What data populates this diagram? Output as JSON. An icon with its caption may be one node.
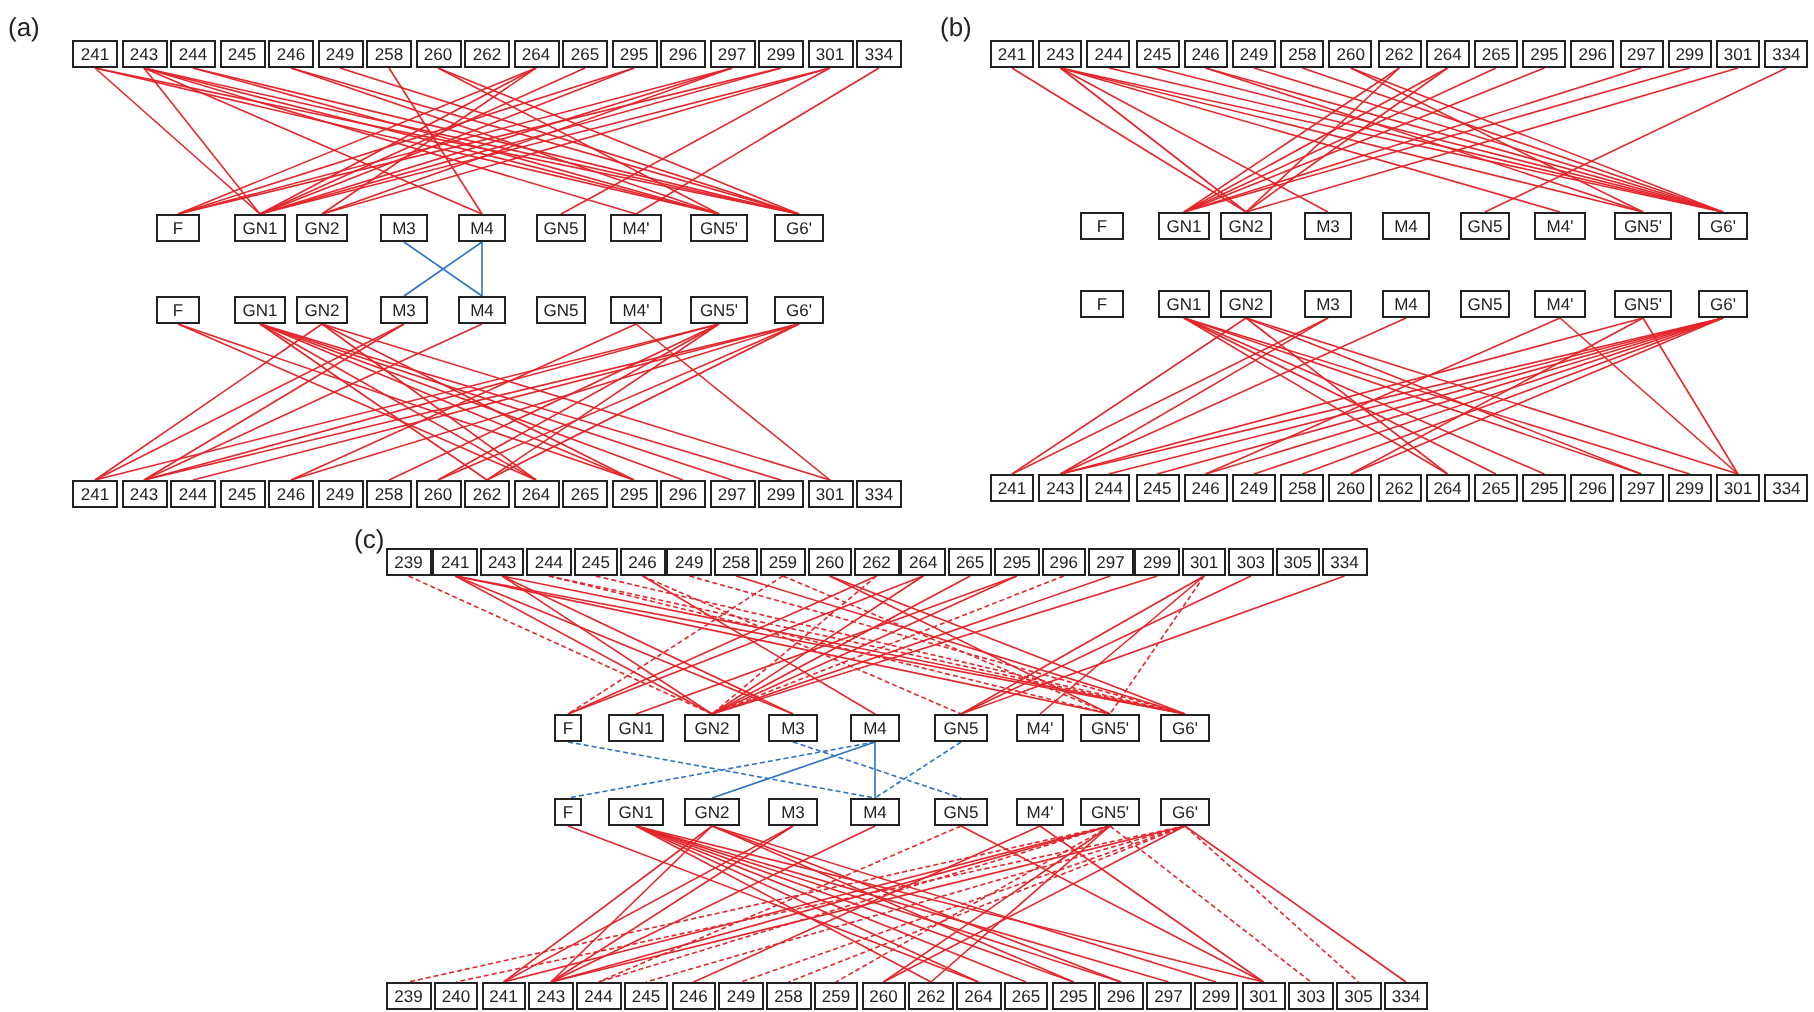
{
  "diagram": {
    "nodes": [
      {
        "text": [
          "241"
        ]
      },
      {
        "text": [
          "243"
        ]
      },
      {
        "text": [
          "244"
        ]
      },
      {
        "text": [
          "245"
        ]
      },
      {
        "text": [
          "246"
        ]
      },
      {
        "text": [
          "249"
        ]
      },
      {
        "text": [
          "258"
        ]
      },
      {
        "text": [
          "260"
        ]
      },
      {
        "text": [
          "262"
        ]
      },
      {
        "text": [
          "264"
        ]
      },
      {
        "text": [
          "265"
        ]
      },
      {
        "text": [
          "295"
        ]
      },
      {
        "text": [
          "296"
        ]
      },
      {
        "text": [
          "297"
        ]
      },
      {
        "text": [
          "299"
        ]
      },
      {
        "text": [
          "301"
        ]
      },
      {
        "text": [
          "334"
        ]
      },
      {
        "text": [
          "F"
        ]
      },
      {
        "text": [
          "GN1"
        ]
      },
      {
        "text": [
          "GN2"
        ]
      },
      {
        "text": [
          "M3"
        ]
      },
      {
        "text": [
          "M4"
        ]
      },
      {
        "text": [
          "GN5"
        ]
      },
      {
        "text": [
          "M4'"
        ]
      },
      {
        "text": [
          "GN5'"
        ]
      },
      {
        "text": [
          "G6'"
        ]
      },
      {
        "text": [
          "F"
        ]
      },
      {
        "text": [
          "GN1"
        ]
      },
      {
        "text": [
          "GN2"
        ]
      },
      {
        "text": [
          "M3"
        ]
      },
      {
        "text": [
          "M4"
        ]
      },
      {
        "text": [
          "GN5"
        ]
      },
      {
        "text": [
          "M4'"
        ]
      },
      {
        "text": [
          "GN5'"
        ]
      },
      {
        "text": [
          "G6'"
        ]
      },
      {
        "text": [
          "241"
        ]
      },
      {
        "text": [
          "243"
        ]
      },
      {
        "text": [
          "244"
        ]
      },
      {
        "text": [
          "245"
        ]
      },
      {
        "text": [
          "246"
        ]
      },
      {
        "text": [
          "249"
        ]
      },
      {
        "text": [
          "258"
        ]
      },
      {
        "text": [
          "260"
        ]
      },
      {
        "text": [
          "262"
        ]
      },
      {
        "text": [
          "264"
        ]
      },
      {
        "text": [
          "265"
        ]
      },
      {
        "text": [
          "295"
        ]
      },
      {
        "text": [
          "296"
        ]
      },
      {
        "text": [
          "297"
        ]
      },
      {
        "text": [
          "299"
        ]
      },
      {
        "text": [
          "301"
        ]
      },
      {
        "text": [
          "334"
        ]
      },
      {
        "text": [
          "241"
        ]
      },
      {
        "text": [
          "243"
        ]
      },
      {
        "text": [
          "244"
        ]
      },
      {
        "text": [
          "245"
        ]
      },
      {
        "text": [
          "246"
        ]
      },
      {
        "text": [
          "249"
        ]
      },
      {
        "text": [
          "258"
        ]
      },
      {
        "text": [
          "260"
        ]
      },
      {
        "text": [
          "262"
        ]
      },
      {
        "text": [
          "264"
        ]
      },
      {
        "text": [
          "265"
        ]
      },
      {
        "text": [
          "295"
        ]
      },
      {
        "text": [
          "296"
        ]
      },
      {
        "text": [
          "297"
        ]
      },
      {
        "text": [
          "299"
        ]
      },
      {
        "text": [
          "301"
        ]
      },
      {
        "text": [
          "334"
        ]
      },
      {
        "text": [
          "F"
        ]
      },
      {
        "text": [
          "GN1"
        ]
      },
      {
        "text": [
          "GN2"
        ]
      },
      {
        "text": [
          "M3"
        ]
      },
      {
        "text": [
          "M4"
        ]
      },
      {
        "text": [
          "GN5"
        ]
      },
      {
        "text": [
          "M4'"
        ]
      },
      {
        "text": [
          "GN5'"
        ]
      },
      {
        "text": [
          "G6'"
        ]
      },
      {
        "text": [
          "F"
        ]
      },
      {
        "text": [
          "GN1"
        ]
      },
      {
        "text": [
          "GN2"
        ]
      },
      {
        "text": [
          "M3"
        ]
      },
      {
        "text": [
          "M4"
        ]
      },
      {
        "text": [
          "GN5"
        ]
      },
      {
        "text": [
          "M4'"
        ]
      },
      {
        "text": [
          "GN5'"
        ]
      },
      {
        "text": [
          "G6'"
        ]
      },
      {
        "text": [
          "241"
        ]
      },
      {
        "text": [
          "243"
        ]
      },
      {
        "text": [
          "244"
        ]
      },
      {
        "text": [
          "245"
        ]
      },
      {
        "text": [
          "246"
        ]
      },
      {
        "text": [
          "249"
        ]
      },
      {
        "text": [
          "258"
        ]
      },
      {
        "text": [
          "260"
        ]
      },
      {
        "text": [
          "262"
        ]
      },
      {
        "text": [
          "264"
        ]
      },
      {
        "text": [
          "265"
        ]
      },
      {
        "text": [
          "295"
        ]
      },
      {
        "text": [
          "296"
        ]
      },
      {
        "text": [
          "297"
        ]
      },
      {
        "text": [
          "299"
        ]
      },
      {
        "text": [
          "301"
        ]
      },
      {
        "text": [
          "334"
        ]
      },
      {
        "text": [
          "239"
        ]
      },
      {
        "text": [
          "241"
        ]
      },
      {
        "text": [
          "243"
        ]
      },
      {
        "text": [
          "244"
        ]
      },
      {
        "text": [
          "245"
        ]
      },
      {
        "text": [
          "246"
        ]
      },
      {
        "text": [
          "249"
        ]
      },
      {
        "text": [
          "258"
        ]
      },
      {
        "text": [
          "259"
        ]
      },
      {
        "text": [
          "260"
        ]
      },
      {
        "text": [
          "262"
        ]
      },
      {
        "text": [
          "264"
        ]
      },
      {
        "text": [
          "265"
        ]
      },
      {
        "text": [
          "295"
        ]
      },
      {
        "text": [
          "296"
        ]
      },
      {
        "text": [
          "297"
        ]
      },
      {
        "text": [
          "299"
        ]
      },
      {
        "text": [
          "301"
        ]
      },
      {
        "text": [
          "303"
        ]
      },
      {
        "text": [
          "305"
        ]
      },
      {
        "text": [
          "334"
        ]
      },
      {
        "text": [
          "F"
        ]
      },
      {
        "text": [
          "GN1"
        ]
      },
      {
        "text": [
          "GN2"
        ]
      },
      {
        "text": [
          "M3"
        ]
      },
      {
        "text": [
          "M4"
        ]
      },
      {
        "text": [
          "GN5"
        ]
      },
      {
        "text": [
          "M4'"
        ]
      },
      {
        "text": [
          "GN5'"
        ]
      },
      {
        "text": [
          "G6'"
        ]
      },
      {
        "text": [
          "F"
        ]
      },
      {
        "text": [
          "GN1"
        ]
      },
      {
        "text": [
          "GN2"
        ]
      },
      {
        "text": [
          "M3"
        ]
      },
      {
        "text": [
          "M4"
        ]
      },
      {
        "text": [
          "GN5"
        ]
      },
      {
        "text": [
          "M4'"
        ]
      },
      {
        "text": [
          "GN5'"
        ]
      },
      {
        "text": [
          "G6'"
        ]
      },
      {
        "text": [
          "239"
        ]
      },
      {
        "text": [
          "240"
        ]
      },
      {
        "text": [
          "241"
        ]
      },
      {
        "text": [
          "243"
        ]
      },
      {
        "text": [
          "244"
        ]
      },
      {
        "text": [
          "245"
        ]
      },
      {
        "text": [
          "246"
        ]
      },
      {
        "text": [
          "249"
        ]
      },
      {
        "text": [
          "258"
        ]
      },
      {
        "text": [
          "259"
        ]
      },
      {
        "text": [
          "260"
        ]
      },
      {
        "text": [
          "262"
        ]
      },
      {
        "text": [
          "264"
        ]
      },
      {
        "text": [
          "265"
        ]
      },
      {
        "text": [
          "295"
        ]
      },
      {
        "text": [
          "296"
        ]
      },
      {
        "text": [
          "297"
        ]
      },
      {
        "text": [
          "299"
        ]
      },
      {
        "text": [
          "301"
        ]
      },
      {
        "text": [
          "303"
        ]
      },
      {
        "text": [
          "305"
        ]
      },
      {
        "text": [
          "334"
        ]
      }
    ],
    "edges": [
      {
        "from": 0,
        "to": 18,
        "arrow": "none"
      },
      {
        "from": 0,
        "to": 24,
        "arrow": "none"
      },
      {
        "from": 0,
        "to": 25,
        "arrow": "none"
      },
      {
        "from": 1,
        "to": 18,
        "arrow": "none"
      },
      {
        "from": 1,
        "to": 21,
        "arrow": "none"
      },
      {
        "from": 1,
        "to": 23,
        "arrow": "none"
      },
      {
        "from": 1,
        "to": 24,
        "arrow": "none"
      },
      {
        "from": 1,
        "to": 25,
        "arrow": "none"
      },
      {
        "from": 2,
        "to": 24,
        "arrow": "none"
      },
      {
        "from": 2,
        "to": 25,
        "arrow": "none"
      },
      {
        "from": 4,
        "to": 24,
        "arrow": "none"
      },
      {
        "from": 4,
        "to": 25,
        "arrow": "none"
      },
      {
        "from": 5,
        "to": 25,
        "arrow": "none"
      },
      {
        "from": 6,
        "to": 21,
        "arrow": "none"
      },
      {
        "from": 7,
        "to": 24,
        "arrow": "none"
      },
      {
        "from": 7,
        "to": 25,
        "arrow": "none"
      },
      {
        "from": 9,
        "to": 17,
        "arrow": "none"
      },
      {
        "from": 9,
        "to": 18,
        "arrow": "none"
      },
      {
        "from": 9,
        "to": 19,
        "arrow": "none"
      },
      {
        "from": 10,
        "to": 18,
        "arrow": "none"
      },
      {
        "from": 11,
        "to": 17,
        "arrow": "none"
      },
      {
        "from": 11,
        "to": 18,
        "arrow": "none"
      },
      {
        "from": 13,
        "to": 17,
        "arrow": "none"
      },
      {
        "from": 13,
        "to": 18,
        "arrow": "none"
      },
      {
        "from": 13,
        "to": 19,
        "arrow": "none"
      },
      {
        "from": 14,
        "to": 17,
        "arrow": "none"
      },
      {
        "from": 14,
        "to": 18,
        "arrow": "none"
      },
      {
        "from": 15,
        "to": 18,
        "arrow": "none"
      },
      {
        "from": 15,
        "to": 19,
        "arrow": "none"
      },
      {
        "from": 15,
        "to": 22,
        "arrow": "none"
      },
      {
        "from": 16,
        "to": 23,
        "arrow": "none"
      },
      {
        "from": 20,
        "to": 30,
        "arrow": "none",
        "color": "#2b73c2"
      },
      {
        "from": 21,
        "to": 29,
        "arrow": "none",
        "color": "#2b73c2"
      },
      {
        "from": 21,
        "to": 30,
        "arrow": "none",
        "color": "#2b73c2"
      },
      {
        "from": 26,
        "to": 44,
        "arrow": "none"
      },
      {
        "from": 26,
        "to": 46,
        "arrow": "none"
      },
      {
        "from": 27,
        "to": 43,
        "arrow": "none"
      },
      {
        "from": 27,
        "to": 44,
        "arrow": "none"
      },
      {
        "from": 27,
        "to": 46,
        "arrow": "none"
      },
      {
        "from": 27,
        "to": 47,
        "arrow": "none"
      },
      {
        "from": 27,
        "to": 48,
        "arrow": "none"
      },
      {
        "from": 27,
        "to": 49,
        "arrow": "none"
      },
      {
        "from": 28,
        "to": 35,
        "arrow": "none"
      },
      {
        "from": 28,
        "to": 44,
        "arrow": "none"
      },
      {
        "from": 28,
        "to": 46,
        "arrow": "none"
      },
      {
        "from": 28,
        "to": 50,
        "arrow": "none"
      },
      {
        "from": 29,
        "to": 35,
        "arrow": "none"
      },
      {
        "from": 29,
        "to": 36,
        "arrow": "none"
      },
      {
        "from": 30,
        "to": 36,
        "arrow": "none"
      },
      {
        "from": 32,
        "to": 39,
        "arrow": "none"
      },
      {
        "from": 32,
        "to": 50,
        "arrow": "none"
      },
      {
        "from": 33,
        "to": 35,
        "arrow": "none"
      },
      {
        "from": 33,
        "to": 36,
        "arrow": "none"
      },
      {
        "from": 33,
        "to": 41,
        "arrow": "none"
      },
      {
        "from": 33,
        "to": 42,
        "arrow": "none"
      },
      {
        "from": 33,
        "to": 43,
        "arrow": "none"
      },
      {
        "from": 34,
        "to": 36,
        "arrow": "none"
      },
      {
        "from": 34,
        "to": 37,
        "arrow": "none"
      },
      {
        "from": 34,
        "to": 39,
        "arrow": "none"
      },
      {
        "from": 34,
        "to": 42,
        "arrow": "none"
      },
      {
        "from": 34,
        "to": 43,
        "arrow": "none"
      },
      {
        "from": 52,
        "to": 71,
        "arrow": "none"
      },
      {
        "from": 53,
        "to": 71,
        "arrow": "none"
      },
      {
        "from": 53,
        "to": 72,
        "arrow": "none"
      },
      {
        "from": 53,
        "to": 75,
        "arrow": "none"
      },
      {
        "from": 53,
        "to": 76,
        "arrow": "none"
      },
      {
        "from": 53,
        "to": 77,
        "arrow": "none"
      },
      {
        "from": 54,
        "to": 77,
        "arrow": "none"
      },
      {
        "from": 55,
        "to": 77,
        "arrow": "none"
      },
      {
        "from": 56,
        "to": 76,
        "arrow": "none"
      },
      {
        "from": 56,
        "to": 77,
        "arrow": "none"
      },
      {
        "from": 57,
        "to": 77,
        "arrow": "none"
      },
      {
        "from": 58,
        "to": 77,
        "arrow": "none"
      },
      {
        "from": 59,
        "to": 76,
        "arrow": "none"
      },
      {
        "from": 59,
        "to": 77,
        "arrow": "none"
      },
      {
        "from": 60,
        "to": 70,
        "arrow": "none"
      },
      {
        "from": 60,
        "to": 71,
        "arrow": "none"
      },
      {
        "from": 61,
        "to": 70,
        "arrow": "none"
      },
      {
        "from": 61,
        "to": 71,
        "arrow": "none"
      },
      {
        "from": 62,
        "to": 70,
        "arrow": "none"
      },
      {
        "from": 63,
        "to": 70,
        "arrow": "none"
      },
      {
        "from": 65,
        "to": 70,
        "arrow": "none"
      },
      {
        "from": 66,
        "to": 70,
        "arrow": "none"
      },
      {
        "from": 67,
        "to": 71,
        "arrow": "none"
      },
      {
        "from": 68,
        "to": 74,
        "arrow": "none"
      },
      {
        "from": 79,
        "to": 96,
        "arrow": "none"
      },
      {
        "from": 79,
        "to": 97,
        "arrow": "none"
      },
      {
        "from": 79,
        "to": 98,
        "arrow": "none"
      },
      {
        "from": 79,
        "to": 100,
        "arrow": "none"
      },
      {
        "from": 79,
        "to": 101,
        "arrow": "none"
      },
      {
        "from": 80,
        "to": 87,
        "arrow": "none"
      },
      {
        "from": 80,
        "to": 96,
        "arrow": "none"
      },
      {
        "from": 80,
        "to": 100,
        "arrow": "none"
      },
      {
        "from": 80,
        "to": 102,
        "arrow": "none"
      },
      {
        "from": 81,
        "to": 87,
        "arrow": "none"
      },
      {
        "from": 81,
        "to": 88,
        "arrow": "none"
      },
      {
        "from": 82,
        "to": 88,
        "arrow": "none"
      },
      {
        "from": 84,
        "to": 91,
        "arrow": "none"
      },
      {
        "from": 84,
        "to": 102,
        "arrow": "none"
      },
      {
        "from": 85,
        "to": 88,
        "arrow": "none"
      },
      {
        "from": 85,
        "to": 94,
        "arrow": "none"
      },
      {
        "from": 85,
        "to": 102,
        "arrow": "none"
      },
      {
        "from": 86,
        "to": 88,
        "arrow": "none"
      },
      {
        "from": 86,
        "to": 89,
        "arrow": "none"
      },
      {
        "from": 86,
        "to": 90,
        "arrow": "none"
      },
      {
        "from": 86,
        "to": 91,
        "arrow": "none"
      },
      {
        "from": 86,
        "to": 92,
        "arrow": "none"
      },
      {
        "from": 86,
        "to": 93,
        "arrow": "none"
      },
      {
        "from": 86,
        "to": 94,
        "arrow": "none"
      },
      {
        "from": 104,
        "to": 127,
        "arrow": "none",
        "style": "dashed"
      },
      {
        "from": 105,
        "to": 127,
        "arrow": "none"
      },
      {
        "from": 105,
        "to": 128,
        "arrow": "none"
      },
      {
        "from": 105,
        "to": 132,
        "arrow": "none"
      },
      {
        "from": 105,
        "to": 133,
        "arrow": "none"
      },
      {
        "from": 106,
        "to": 127,
        "arrow": "none"
      },
      {
        "from": 106,
        "to": 128,
        "arrow": "none"
      },
      {
        "from": 106,
        "to": 133,
        "arrow": "none"
      },
      {
        "from": 107,
        "to": 132,
        "arrow": "none",
        "style": "dashed"
      },
      {
        "from": 107,
        "to": 133,
        "arrow": "none",
        "style": "dashed"
      },
      {
        "from": 108,
        "to": 133,
        "arrow": "none",
        "style": "dashed"
      },
      {
        "from": 109,
        "to": 129,
        "arrow": "none"
      },
      {
        "from": 109,
        "to": 130,
        "arrow": "none",
        "style": "dashed"
      },
      {
        "from": 110,
        "to": 133,
        "arrow": "none",
        "style": "dashed"
      },
      {
        "from": 111,
        "to": 133,
        "arrow": "none"
      },
      {
        "from": 112,
        "to": 125,
        "arrow": "none",
        "style": "dashed"
      },
      {
        "from": 112,
        "to": 132,
        "arrow": "none",
        "style": "dashed"
      },
      {
        "from": 113,
        "to": 132,
        "arrow": "none"
      },
      {
        "from": 113,
        "to": 133,
        "arrow": "none"
      },
      {
        "from": 114,
        "to": 125,
        "arrow": "none"
      },
      {
        "from": 114,
        "to": 127,
        "arrow": "none",
        "style": "dashed"
      },
      {
        "from": 115,
        "to": 125,
        "arrow": "none"
      },
      {
        "from": 115,
        "to": 127,
        "arrow": "none"
      },
      {
        "from": 116,
        "to": 127,
        "arrow": "none"
      },
      {
        "from": 117,
        "to": 126,
        "arrow": "none"
      },
      {
        "from": 117,
        "to": 127,
        "arrow": "none"
      },
      {
        "from": 118,
        "to": 127,
        "arrow": "none",
        "style": "dashed"
      },
      {
        "from": 119,
        "to": 127,
        "arrow": "none"
      },
      {
        "from": 120,
        "to": 127,
        "arrow": "none"
      },
      {
        "from": 121,
        "to": 130,
        "arrow": "none"
      },
      {
        "from": 121,
        "to": 131,
        "arrow": "none"
      },
      {
        "from": 121,
        "to": 132,
        "arrow": "none",
        "style": "dashed"
      },
      {
        "from": 122,
        "to": 130,
        "arrow": "none"
      },
      {
        "from": 124,
        "to": 130,
        "arrow": "none"
      },
      {
        "from": 125,
        "to": 138,
        "arrow": "none",
        "style": "dashed",
        "color": "#2b73c2"
      },
      {
        "from": 128,
        "to": 139,
        "arrow": "none",
        "style": "dashed",
        "color": "#2b73c2"
      },
      {
        "from": 129,
        "to": 134,
        "arrow": "none",
        "style": "dashed",
        "color": "#2b73c2"
      },
      {
        "from": 129,
        "to": 136,
        "arrow": "none",
        "color": "#2b73c2"
      },
      {
        "from": 130,
        "to": 138,
        "arrow": "none",
        "style": "dashed",
        "color": "#2b73c2"
      },
      {
        "from": 129,
        "to": 138,
        "arrow": "none",
        "color": "#2b73c2"
      },
      {
        "from": 134,
        "to": 155,
        "arrow": "none"
      },
      {
        "from": 135,
        "to": 154,
        "arrow": "none"
      },
      {
        "from": 135,
        "to": 155,
        "arrow": "none"
      },
      {
        "from": 135,
        "to": 156,
        "arrow": "none"
      },
      {
        "from": 135,
        "to": 157,
        "arrow": "none"
      },
      {
        "from": 135,
        "to": 158,
        "arrow": "none"
      },
      {
        "from": 135,
        "to": 159,
        "arrow": "none"
      },
      {
        "from": 135,
        "to": 161,
        "arrow": "none"
      },
      {
        "from": 136,
        "to": 145,
        "arrow": "none"
      },
      {
        "from": 136,
        "to": 146,
        "arrow": "none"
      },
      {
        "from": 136,
        "to": 157,
        "arrow": "none"
      },
      {
        "from": 136,
        "to": 158,
        "arrow": "none"
      },
      {
        "from": 136,
        "to": 160,
        "arrow": "none"
      },
      {
        "from": 137,
        "to": 145,
        "arrow": "none"
      },
      {
        "from": 137,
        "to": 146,
        "arrow": "none"
      },
      {
        "from": 138,
        "to": 146,
        "arrow": "none"
      },
      {
        "from": 139,
        "to": 147,
        "arrow": "none",
        "style": "dashed"
      },
      {
        "from": 139,
        "to": 161,
        "arrow": "none"
      },
      {
        "from": 140,
        "to": 149,
        "arrow": "none"
      },
      {
        "from": 140,
        "to": 161,
        "arrow": "none"
      },
      {
        "from": 141,
        "to": 143,
        "arrow": "none",
        "style": "dashed"
      },
      {
        "from": 141,
        "to": 145,
        "arrow": "none"
      },
      {
        "from": 141,
        "to": 146,
        "arrow": "none"
      },
      {
        "from": 141,
        "to": 147,
        "arrow": "none",
        "style": "dashed"
      },
      {
        "from": 141,
        "to": 152,
        "arrow": "none",
        "style": "dashed"
      },
      {
        "from": 141,
        "to": 153,
        "arrow": "none"
      },
      {
        "from": 141,
        "to": 154,
        "arrow": "none"
      },
      {
        "from": 141,
        "to": 162,
        "arrow": "none",
        "style": "dashed"
      },
      {
        "from": 142,
        "to": 144,
        "arrow": "none",
        "style": "dashed"
      },
      {
        "from": 142,
        "to": 146,
        "arrow": "none"
      },
      {
        "from": 142,
        "to": 148,
        "arrow": "none",
        "style": "dashed"
      },
      {
        "from": 142,
        "to": 150,
        "arrow": "none",
        "style": "dashed"
      },
      {
        "from": 142,
        "to": 151,
        "arrow": "none",
        "style": "dashed"
      },
      {
        "from": 142,
        "to": 153,
        "arrow": "none"
      },
      {
        "from": 142,
        "to": 163,
        "arrow": "none",
        "style": "dashed"
      },
      {
        "from": 142,
        "to": 164,
        "arrow": "none"
      }
    ],
    "labels": [
      "(a)",
      "(b)",
      "(c)"
    ]
  }
}
